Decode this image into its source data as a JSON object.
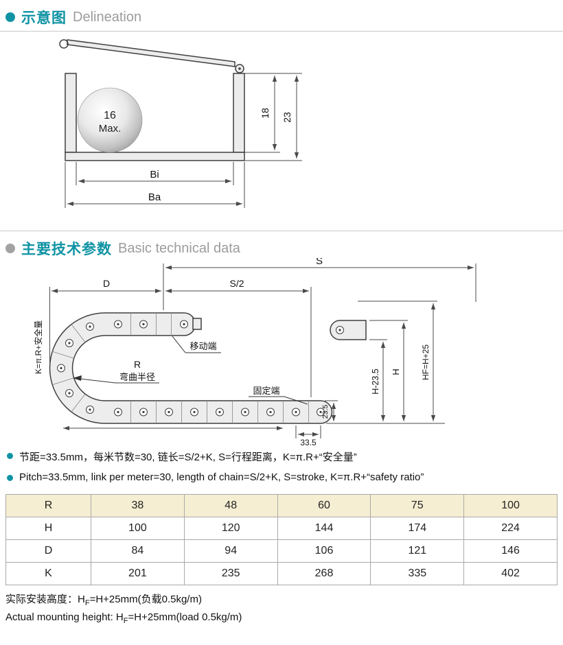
{
  "colors": {
    "accent": "#0f93a4",
    "muted": "#9c9c9c",
    "table_highlight": "#f6eed2"
  },
  "section_delineation": {
    "title_cn": "示意图",
    "title_en": "Delineation"
  },
  "diagram1": {
    "ball_line1": "16",
    "ball_line2": "Max.",
    "dim_inner_height": "18",
    "dim_outer_height": "23",
    "dim_inner_width": "Bi",
    "dim_outer_width": "Ba"
  },
  "section_technical": {
    "title_cn": "主要技术参数",
    "title_en": "Basic technical data"
  },
  "diagram2": {
    "dim_stroke": "S",
    "dim_half_stroke": "S/2",
    "dim_depth": "D",
    "label_moving_end": "移动端",
    "label_radius": "R",
    "label_radius_caption": "弯曲半径",
    "label_fixed_end": "固定端",
    "label_k_formula": "K=π.R+安全量",
    "dim_h_minus": "H-23.5",
    "dim_h": "H",
    "dim_hf": "HF=H+25",
    "dim_link_height": "23.5",
    "dim_pitch": "33.5"
  },
  "notes": {
    "cn": "节距=33.5mm，每米节数=30, 链长=S/2+K, S=行程距离，K=π.R+“安全量”",
    "en": "Pitch=33.5mm, link per meter=30, length of chain=S/2+K, S=stroke, K=π.R+“safety ratio”"
  },
  "table": {
    "header": {
      "label": "R",
      "values": [
        "38",
        "48",
        "60",
        "75",
        "100"
      ]
    },
    "rows": [
      {
        "label": "H",
        "values": [
          "100",
          "120",
          "144",
          "174",
          "224"
        ]
      },
      {
        "label": "D",
        "values": [
          "84",
          "94",
          "106",
          "121",
          "146"
        ]
      },
      {
        "label": "K",
        "values": [
          "201",
          "235",
          "268",
          "335",
          "402"
        ]
      }
    ]
  },
  "footer": {
    "cn_prefix": "实际安装高度：H",
    "cn_sub": "F",
    "cn_suffix": "=H+25mm(负载0.5kg/m)",
    "en_prefix": "Actual mounting height: H",
    "en_sub": "F",
    "en_suffix": "=H+25mm(load 0.5kg/m)"
  }
}
